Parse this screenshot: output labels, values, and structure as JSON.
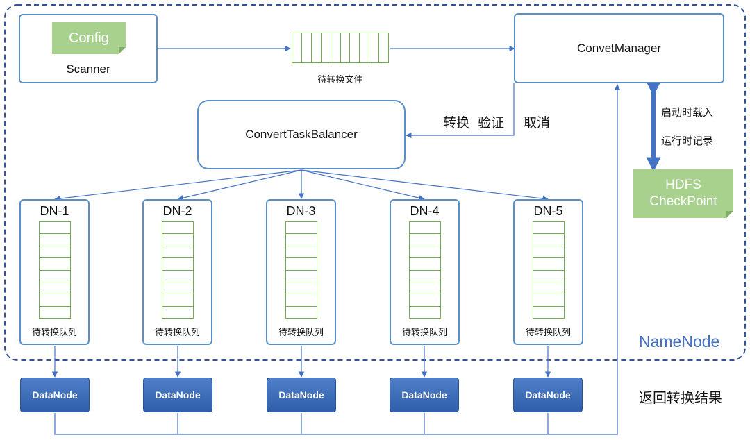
{
  "scanner": {
    "config_label": "Config",
    "title": "Scanner"
  },
  "pending_files_label": "待转换文件",
  "convet_manager_label": "ConvetManager",
  "balancer_label": "ConvertTaskBalancer",
  "actions": {
    "convert": "转换",
    "verify": "验证",
    "cancel": "取消"
  },
  "checkpoint_arrow": {
    "top_label": "启动时载入",
    "bottom_label": "运行时记录"
  },
  "hdfs": {
    "line1": "HDFS",
    "line2": "CheckPoint"
  },
  "datanode_queues": [
    {
      "title": "DN-1",
      "queue_label": "待转换队列"
    },
    {
      "title": "DN-2",
      "queue_label": "待转换队列"
    },
    {
      "title": "DN-3",
      "queue_label": "待转换队列"
    },
    {
      "title": "DN-4",
      "queue_label": "待转换队列"
    },
    {
      "title": "DN-5",
      "queue_label": "待转换队列"
    }
  ],
  "namenode_label": "NameNode",
  "datanodes": [
    "DataNode",
    "DataNode",
    "DataNode",
    "DataNode",
    "DataNode"
  ],
  "return_result_label": "返回转换结果",
  "colors": {
    "border": "#5b8fc9",
    "note": "#a9d18e",
    "queue": "#70ad47",
    "namenode": "#4472c4",
    "datanode": "#2f5faa"
  }
}
